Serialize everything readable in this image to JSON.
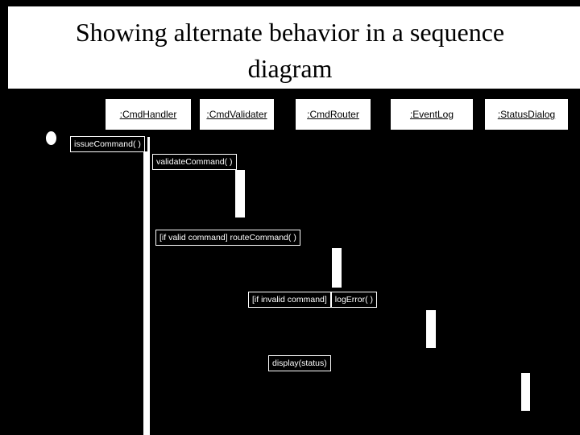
{
  "slide": {
    "title": "Showing alternate behavior in a sequence diagram"
  },
  "diagram": {
    "objects": [
      {
        "label": ":CmdHandler"
      },
      {
        "label": ":CmdValidater"
      },
      {
        "label": ":CmdRouter"
      },
      {
        "label": ":EventLog"
      },
      {
        "label": ":StatusDialog"
      }
    ],
    "messages": {
      "issue": "issueCommand( )",
      "validate": "validateCommand( )",
      "route": "[if valid command] routeCommand( )",
      "invalid_guard": "[if invalid command]",
      "log_error": "logError( )",
      "display": "display(status)"
    },
    "colors": {
      "background": "#000000",
      "foreground": "#ffffff",
      "object_box_fill": "#ffffff",
      "object_text": "#000000"
    }
  }
}
